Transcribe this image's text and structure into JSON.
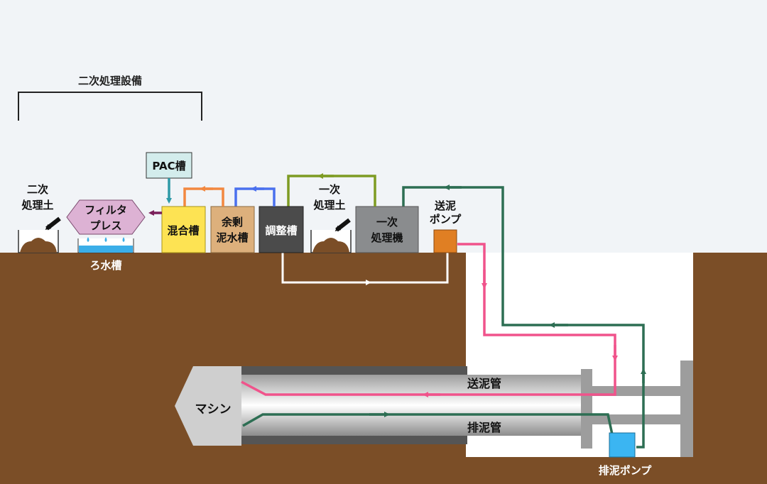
{
  "labels": {
    "secondary_facility": "二次処理設備",
    "pac_tank": "PAC槽",
    "secondary_soil_l1": "二次",
    "secondary_soil_l2": "処理土",
    "filter_press_l1": "フィルタ",
    "filter_press_l2": "プレス",
    "filtrate_tank": "ろ水槽",
    "mixing_tank": "混合槽",
    "excess_mud_l1": "余剰",
    "excess_mud_l2": "泥水槽",
    "adjust_tank": "調整槽",
    "primary_soil_l1": "一次",
    "primary_soil_l2": "処理土",
    "primary_machine_l1": "一次",
    "primary_machine_l2": "処理機",
    "feed_pump_l1": "送泥",
    "feed_pump_l2": "ポンプ",
    "machine": "マシン",
    "feed_pipe": "送泥管",
    "discharge_pipe": "排泥管",
    "discharge_pump": "排泥ポンプ"
  },
  "colors": {
    "sky": "#f1f4f7",
    "ground": "#7b4e27",
    "shaft": "#ffffff",
    "pac": "#d3ecec",
    "filter_press": "#ddb2d4",
    "mixing": "#fde353",
    "excess_mud": "#ddb07c",
    "adjust": "#4b4b4b",
    "primary_machine": "#8a8c8e",
    "feed_pump": "#e07f23",
    "discharge_pump": "#3bb5f2",
    "feed_line": "#f0538b",
    "discharge_line": "#2d6e53",
    "pac_line": "#2f9aa7",
    "mixing_line": "#f28840",
    "excess_line": "#4a70ee",
    "adjust_line": "#7e9b23",
    "filter_line": "#7a1f5a",
    "return_line": "#ffffff",
    "water": "#3baee8",
    "wall": "#9d9d9d"
  }
}
